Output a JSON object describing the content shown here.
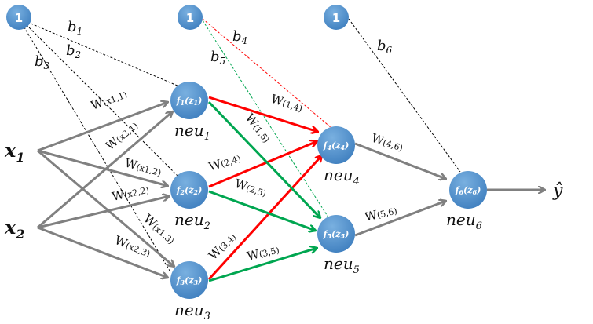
{
  "diagram": {
    "type": "neural-network",
    "colors": {
      "node_fill": "#5b9bd5",
      "node_fill_dark": "#3f7fbf",
      "input_edge": "#808080",
      "to_neu4_edge": "#ff0000",
      "to_neu5_edge": "#00a650",
      "output_edge": "#808080",
      "bias_default": "#000000",
      "bias_neu4": "#ff0000",
      "bias_neu5": "#00a650"
    },
    "bias_nodes": [
      {
        "id": "bias-1",
        "label": "1"
      },
      {
        "id": "bias-2",
        "label": "1"
      },
      {
        "id": "bias-3",
        "label": "1"
      }
    ],
    "inputs": [
      {
        "id": "x1",
        "base": "x",
        "sub": "1"
      },
      {
        "id": "x2",
        "base": "x",
        "sub": "2"
      }
    ],
    "neurons": [
      {
        "id": "neu1",
        "func": "f",
        "idx": "1",
        "z": "z",
        "name": "neu",
        "sub": "1"
      },
      {
        "id": "neu2",
        "func": "f",
        "idx": "2",
        "z": "z",
        "name": "neu",
        "sub": "2"
      },
      {
        "id": "neu3",
        "func": "f",
        "idx": "3",
        "z": "z",
        "name": "neu",
        "sub": "3"
      },
      {
        "id": "neu4",
        "func": "f",
        "idx": "4",
        "z": "z",
        "name": "neu",
        "sub": "4"
      },
      {
        "id": "neu5",
        "func": "f",
        "idx": "5",
        "z": "z",
        "name": "neu",
        "sub": "5"
      },
      {
        "id": "neu6",
        "func": "f",
        "idx": "6",
        "z": "z",
        "name": "neu",
        "sub": "6"
      }
    ],
    "bias_labels": [
      {
        "id": "b1",
        "base": "b",
        "sub": "1"
      },
      {
        "id": "b2",
        "base": "b",
        "sub": "2"
      },
      {
        "id": "b3",
        "base": "b",
        "sub": "3"
      },
      {
        "id": "b4",
        "base": "b",
        "sub": "4"
      },
      {
        "id": "b5",
        "base": "b",
        "sub": "5"
      },
      {
        "id": "b6",
        "base": "b",
        "sub": "6"
      }
    ],
    "weights": [
      {
        "id": "w-x1-1",
        "text": "W",
        "sub": "(x1,1)"
      },
      {
        "id": "w-x2-1",
        "text": "W",
        "sub": "(x2,1)"
      },
      {
        "id": "w-x1-2",
        "text": "W",
        "sub": "(x1,2)"
      },
      {
        "id": "w-x2-2",
        "text": "W",
        "sub": "(x2,2)"
      },
      {
        "id": "w-x1-3",
        "text": "W",
        "sub": "(x1,3)"
      },
      {
        "id": "w-x2-3",
        "text": "W",
        "sub": "(x2,3)"
      },
      {
        "id": "w-1-4",
        "text": "W",
        "sub": "(1,4)"
      },
      {
        "id": "w-1-5",
        "text": "W",
        "sub": "(1,5)"
      },
      {
        "id": "w-2-4",
        "text": "W",
        "sub": "(2,4)"
      },
      {
        "id": "w-2-5",
        "text": "W",
        "sub": "(2,5)"
      },
      {
        "id": "w-3-4",
        "text": "W",
        "sub": "(3,4)"
      },
      {
        "id": "w-3-5",
        "text": "W",
        "sub": "(3,5)"
      },
      {
        "id": "w-4-6",
        "text": "W",
        "sub": "(4,6)"
      },
      {
        "id": "w-5-6",
        "text": "W",
        "sub": "(5,6)"
      }
    ],
    "output": {
      "label": "ŷ"
    }
  }
}
